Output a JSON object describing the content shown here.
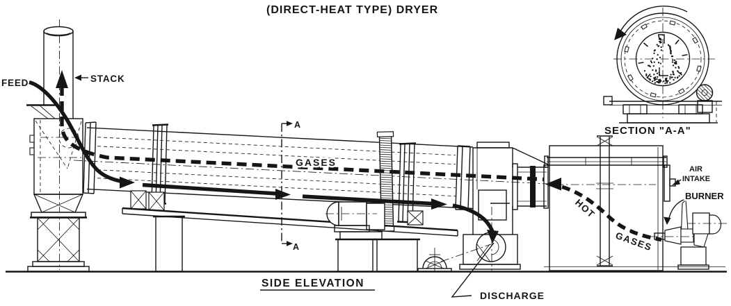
{
  "title": "(DIRECT-HEAT TYPE) DRYER",
  "colors": {
    "ink": "#161616",
    "paper": "#ffffff"
  },
  "side_elevation": {
    "caption": "SIDE ELEVATION",
    "labels": {
      "feed": "FEED",
      "stack": "STACK",
      "gases": "GASES",
      "discharge": "DISCHARGE",
      "burner": "BURNER",
      "air_intake": [
        "AIR",
        "INTAKE"
      ],
      "hot_gases": [
        "HOT",
        "GASES"
      ],
      "section_marker": "A"
    }
  },
  "section_view": {
    "caption": "SECTION \"A-A\""
  }
}
